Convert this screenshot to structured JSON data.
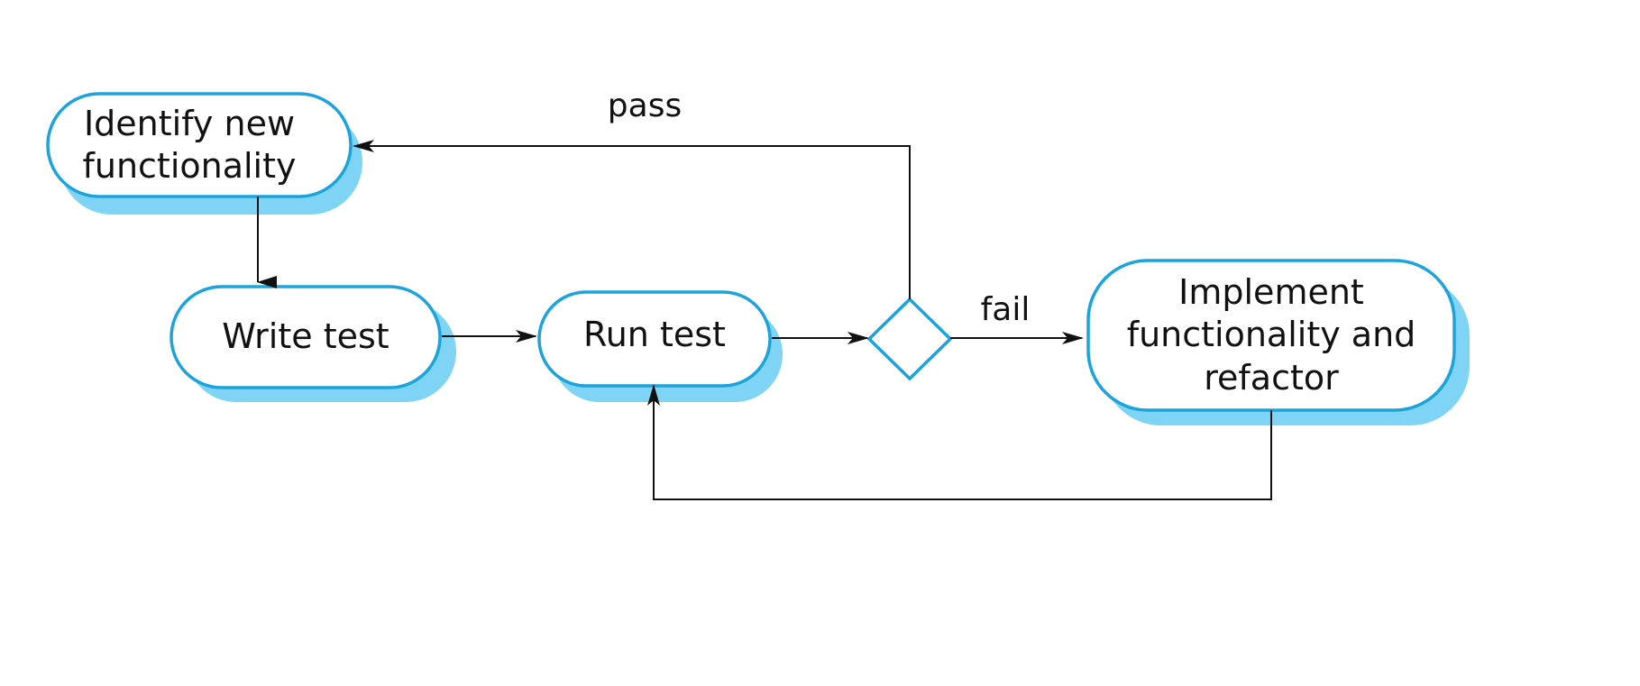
{
  "diagram": {
    "nodes": {
      "identify": {
        "label": "Identify new\nfunctionality"
      },
      "write": {
        "label": "Write test"
      },
      "run": {
        "label": "Run test"
      },
      "decision": {
        "label": ""
      },
      "implement": {
        "label": "Implement\nfunctionality and\nrefactor"
      }
    },
    "edges": {
      "pass": {
        "label": "pass"
      },
      "fail": {
        "label": "fail"
      }
    }
  },
  "colors": {
    "node_stroke": "#1aa3dc",
    "node_shadow": "#7fd3f5",
    "node_fill": "#ffffff",
    "edge": "#111111"
  }
}
